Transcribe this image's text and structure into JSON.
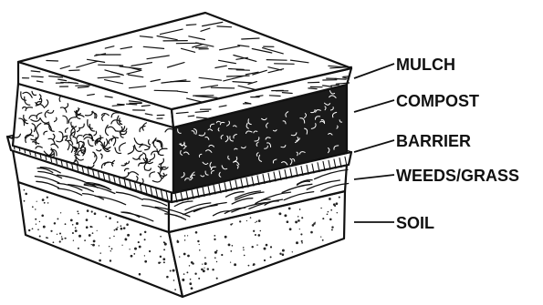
{
  "diagram": {
    "layers": [
      {
        "id": "mulch",
        "label": "MULCH"
      },
      {
        "id": "compost",
        "label": "COMPOST"
      },
      {
        "id": "barrier",
        "label": "BARRIER"
      },
      {
        "id": "weeds",
        "label": "WEEDS/GRASS"
      },
      {
        "id": "soil",
        "label": "SOIL"
      }
    ]
  },
  "colors": {
    "ink": "#111111",
    "paper": "#ffffff",
    "compost_dark": "#1a1a1a"
  }
}
